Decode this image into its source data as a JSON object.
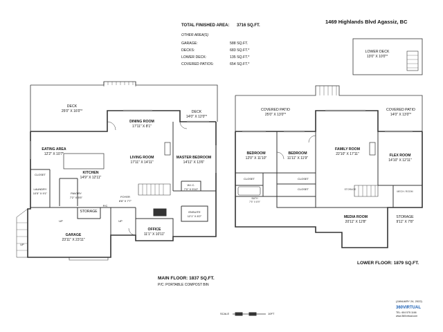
{
  "address": "1469 Highlands Blvd Agassiz, BC",
  "summary": {
    "total_label": "TOTAL FINISHED AREA:",
    "total_value": "3716 SQ.FT.",
    "other_heading": "OTHER AREA(S)",
    "rows": [
      {
        "label": "GARAGE:",
        "value": "588 SQ.FT."
      },
      {
        "label": "DECKS:",
        "value": "683 SQ.FT.*"
      },
      {
        "label": "LOWER DECK:",
        "value": "135 SQ.FT.*"
      },
      {
        "label": "COVERED PATIOS:",
        "value": "654 SQ.FT.*"
      }
    ]
  },
  "lower_deck_box": {
    "name": "LOWER DECK",
    "dim": "13'0\" X 10'0\"*"
  },
  "main_floor": {
    "title": "MAIN FLOOR: 1837 SQ.FT.",
    "subtitle": "P/C: PORTABLE COMPOST BIN",
    "rooms": {
      "deck": {
        "name": "DECK",
        "dim": "25'0\" X 16'0\"*"
      },
      "deck2": {
        "name": "DECK",
        "dim": "14'0\" X 12'0\"*"
      },
      "dining": {
        "name": "DINING ROOM",
        "dim": "17'11\" X 8'1\""
      },
      "eating": {
        "name": "EATING AREA",
        "dim": "12'2\" X 10'7\""
      },
      "living": {
        "name": "LIVING ROOM",
        "dim": "17'11\" X 14'11\""
      },
      "master": {
        "name": "MASTER BEDROOM",
        "dim": "14'11\" X 13'6\""
      },
      "kitchen": {
        "name": "KITCHEN",
        "dim": "14'9\" X 12'11\""
      },
      "closet": {
        "name": "CLOSET"
      },
      "laundry": {
        "name": "LAUNDRY",
        "dim": "10'5\" X 9'1\""
      },
      "pantry": {
        "name": "PANTRY",
        "dim": "7'2\" X 5'5\""
      },
      "foyer": {
        "name": "FOYER",
        "dim": "8'8\" X 7'7\""
      },
      "wic": {
        "name": "W.I.C.",
        "dim": "7'0\" X 5'10\""
      },
      "ensuite": {
        "name": "ENSUITE",
        "dim": "12'1\" X 8'2\""
      },
      "storage": {
        "name": "STORAGE"
      },
      "office": {
        "name": "OFFICE",
        "dim": "11'1\" X 10'11\""
      },
      "garage": {
        "name": "GARAGE",
        "dim": "23'11\" X 23'11\""
      },
      "pc": {
        "name": "P/C"
      },
      "up1": {
        "name": "UP"
      },
      "up2": {
        "name": "UP"
      },
      "up3": {
        "name": "UP"
      }
    }
  },
  "lower_floor": {
    "title": "LOWER FLOOR: 1879 SQ.FT.",
    "rooms": {
      "patio1": {
        "name": "COVERED PATIO",
        "dim": "25'0\" X 13'0\"*"
      },
      "patio2": {
        "name": "COVERED PATIO",
        "dim": "14'0\" X 13'0\"*"
      },
      "bed1": {
        "name": "BEDROOM",
        "dim": "12'0\" X 11'10\""
      },
      "bed2": {
        "name": "BEDROOM",
        "dim": "11'11\" X 11'9\""
      },
      "family": {
        "name": "FAMILY ROOM",
        "dim": "22'10\" X 17'11\""
      },
      "flex": {
        "name": "FLEX ROOM",
        "dim": "14'10\" X 12'11\""
      },
      "closet1": {
        "name": "CLOSET"
      },
      "closet2": {
        "name": "CLOSET"
      },
      "closet3": {
        "name": "CLOSET"
      },
      "bath": {
        "name": "BATH",
        "dim": "7'5\" X 8'9\""
      },
      "storage1": {
        "name": "STORAGE"
      },
      "storage2": {
        "name": "STORAGE",
        "dim": "9'11\" X 7'8\""
      },
      "mech": {
        "name": "MECH. ROOM"
      },
      "media": {
        "name": "MEDIA ROOM",
        "dim": "20'11\" X 12'8\""
      }
    }
  },
  "scale_label": "SCALE",
  "scale_units": "10FT",
  "date": "(JANUARY 24, 2022)",
  "brand": "360VIRTUAL",
  "phone": "TEL: 604 575 1166",
  "web": "www.360virtual.com"
}
